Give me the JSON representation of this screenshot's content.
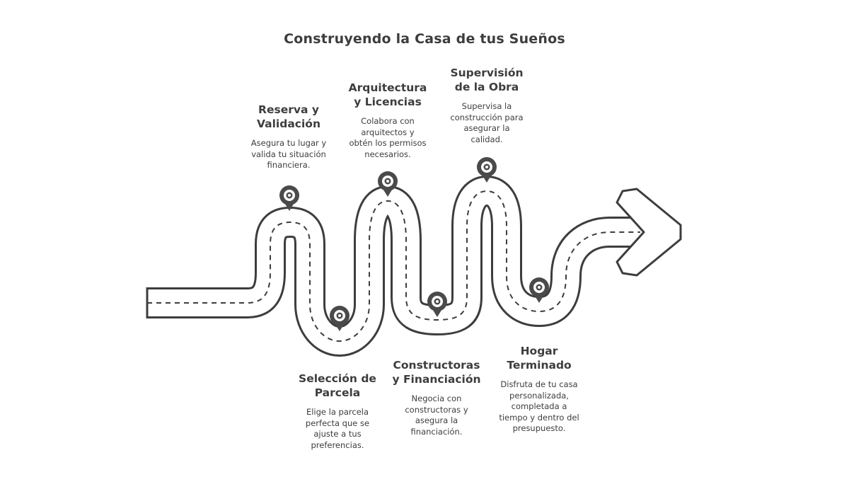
{
  "title": "Construyendo la Casa de tus Sueños",
  "steps": [
    {
      "title": "Reserva y\nValidación",
      "description": "Asegura tu lugar y\nvalida tu situación\nfinanciera."
    },
    {
      "title": "Selección de\nParcela",
      "description": "Elige la parcela\nperfecta que se\najuste a tus\npreferencias."
    },
    {
      "title": "Arquitectura\ny Licencias",
      "description": "Colabora con\narquitectos y\nobtén los permisos\nnecesarios."
    },
    {
      "title": "Constructoras\ny Financiación",
      "description": "Negocia con\nconstructoras y\nasegura la\nfinanciación."
    },
    {
      "title": "Supervisión\nde la Obra",
      "description": "Supervisa la\nconstrucción para\nasegurar la\ncalidad."
    },
    {
      "title": "Hogar\nTerminado",
      "description": "Disfruta de tu casa\npersonalizada,\ncompletada a\ntiempo y dentro del\npresupuesto."
    }
  ],
  "colors": {
    "ink": "#3d3d3d",
    "road_fill": "#ffffff",
    "pin_fill": "#4a4a4a"
  }
}
